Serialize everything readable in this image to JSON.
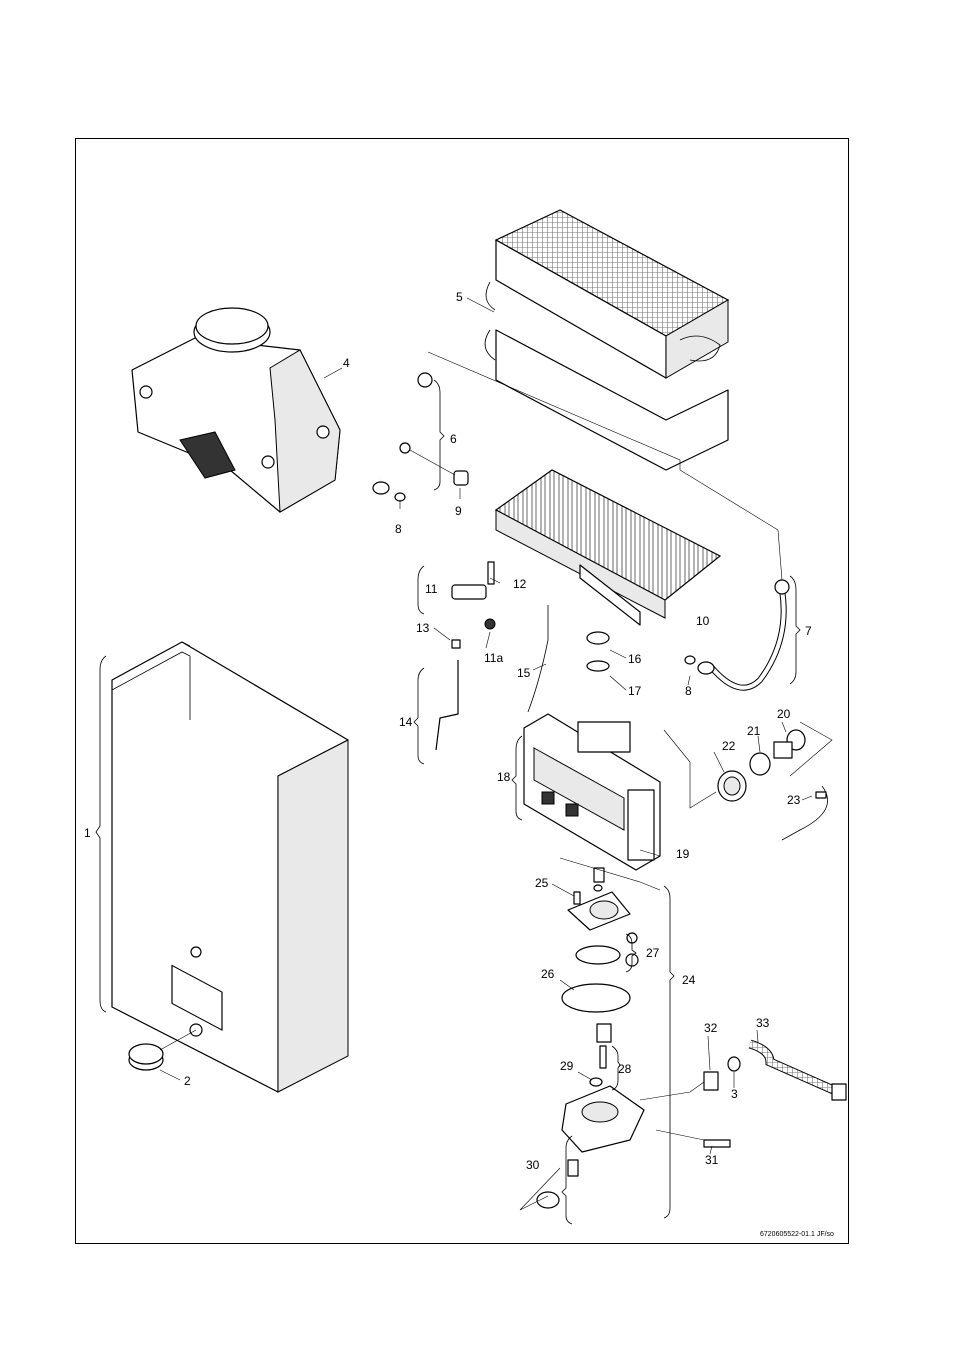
{
  "callouts": {
    "c1": "1",
    "c2": "2",
    "c3": "3",
    "c4": "4",
    "c5": "5",
    "c6": "6",
    "c7": "7",
    "c8a": "8",
    "c8b": "8",
    "c9": "9",
    "c10": "10",
    "c11": "11",
    "c11a": "11a",
    "c12": "12",
    "c13": "13",
    "c14": "14",
    "c15": "15",
    "c16": "16",
    "c17": "17",
    "c18": "18",
    "c19": "19",
    "c20": "20",
    "c21": "21",
    "c22": "22",
    "c23": "23",
    "c24": "24",
    "c25": "25",
    "c26": "26",
    "c27": "27",
    "c28": "28",
    "c29": "29",
    "c30": "30",
    "c31": "31",
    "c32": "32",
    "c33": "33"
  },
  "reference_code": "6720605522-01.1 JF/so"
}
